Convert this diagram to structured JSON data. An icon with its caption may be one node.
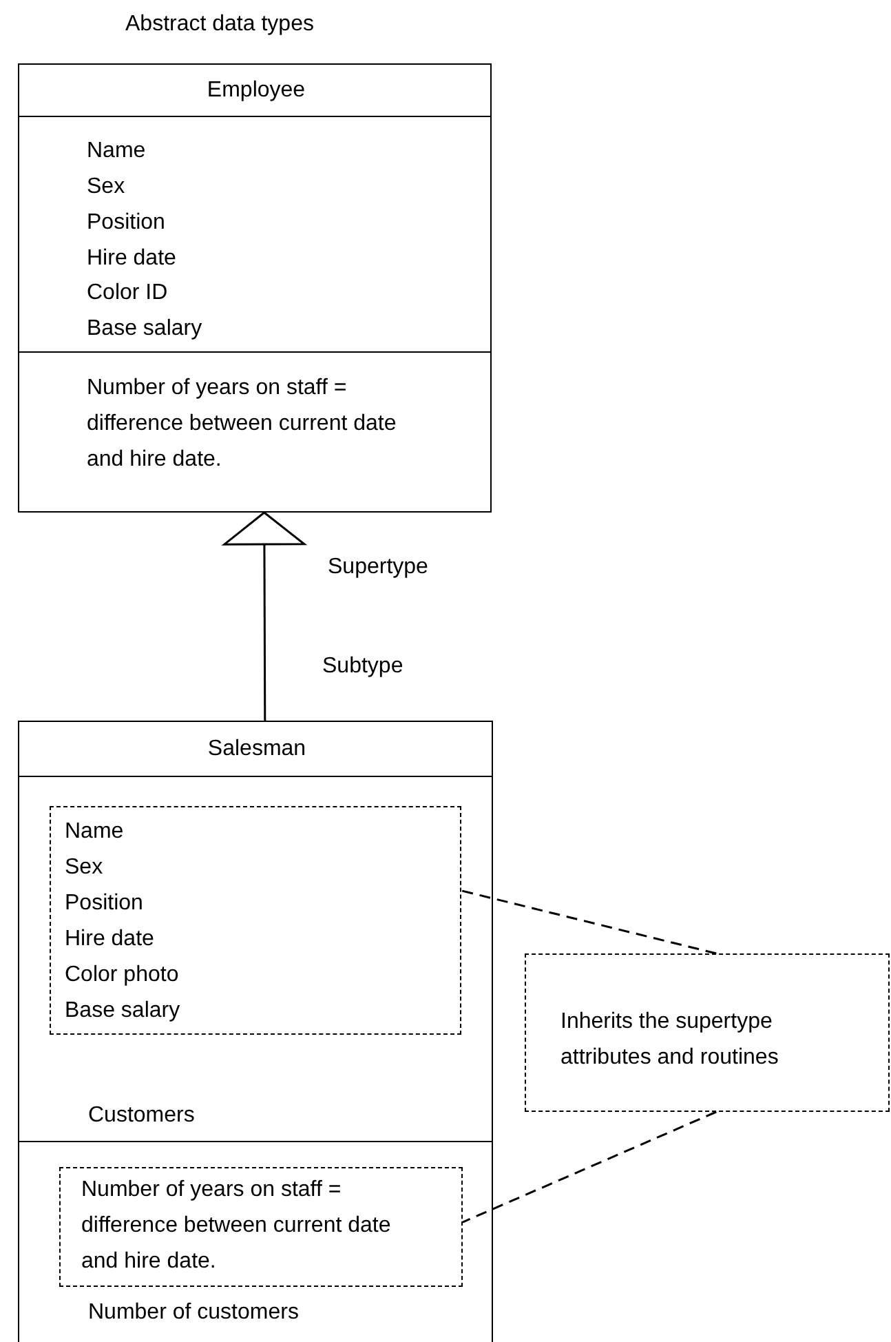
{
  "diagram": {
    "title": "Abstract data types",
    "nodes": [
      {
        "text": [
          "Employee",
          "Name",
          "Sex",
          "Position",
          "Hire date",
          "Color ID",
          "Base salary",
          "Number of years on staff = difference between current date and hire date."
        ]
      },
      {
        "text": [
          "Salesman",
          "Customers",
          "Number of customers"
        ]
      },
      {
        "text": [
          "Name",
          "Sex",
          "Position",
          "Hire date",
          "Color photo",
          "Base salary"
        ],
        "in": 1
      },
      {
        "text": [
          "Number of years on staff = difference between current date and hire date."
        ],
        "in": 1
      },
      {
        "text": [
          "Inherits the supertype attributes and routines"
        ]
      }
    ],
    "edges": [
      {
        "from": 1,
        "to": 0,
        "arrow": "to"
      },
      {
        "from": 4,
        "to": 2,
        "arrow": "none",
        "style": "dashed"
      },
      {
        "from": 4,
        "to": 3,
        "arrow": "none",
        "style": "dashed"
      }
    ],
    "labels": [
      "Supertype",
      "Subtype"
    ]
  }
}
